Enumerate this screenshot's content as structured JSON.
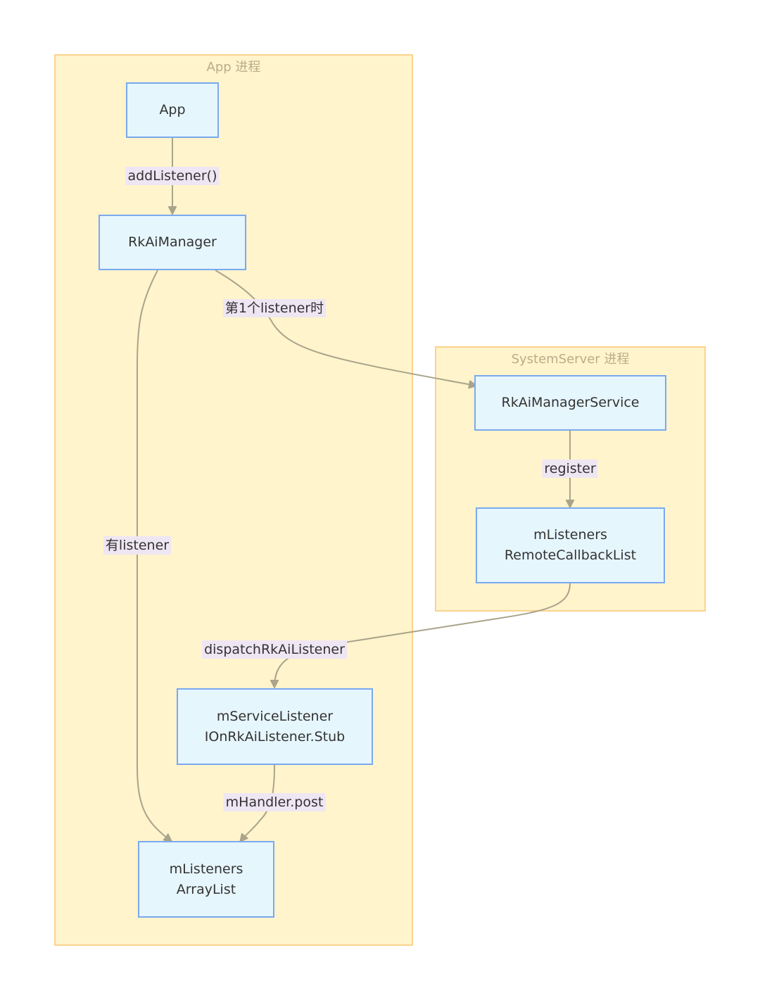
{
  "clusters": {
    "app": {
      "title": "App 进程"
    },
    "system": {
      "title": "SystemServer 进程"
    }
  },
  "nodes": {
    "app": {
      "lines": [
        "App"
      ]
    },
    "rkaimanager": {
      "lines": [
        "RkAiManager"
      ]
    },
    "service": {
      "lines": [
        "RkAiManagerService"
      ]
    },
    "remote_list": {
      "lines": [
        "mListeners",
        "RemoteCallbackList"
      ]
    },
    "service_listener": {
      "lines": [
        "mServiceListener",
        "IOnRkAiListener.Stub"
      ]
    },
    "array_list": {
      "lines": [
        "mListeners",
        "ArrayList"
      ]
    }
  },
  "edges": {
    "add_listener": "addListener()",
    "first_listener": "第1个listener时",
    "has_listener": "有listener",
    "register": "register",
    "dispatch": "dispatchRkAiListener",
    "handler_post": "mHandler.post"
  },
  "colors": {
    "cluster_fill": "#fff4cc",
    "cluster_border": "#fbd38d",
    "node_fill": "#e6f6fd",
    "node_border": "#7aa9ef",
    "edge": "#a9a48a",
    "label_bg": "#efe6f3"
  }
}
